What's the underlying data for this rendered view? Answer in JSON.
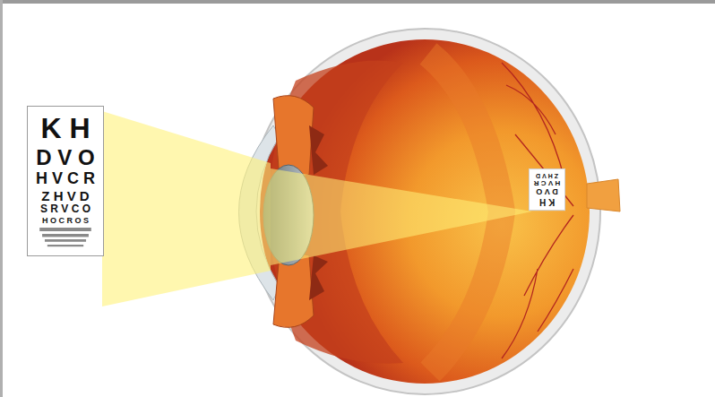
{
  "diagram": {
    "nodes": [
      {
        "text": [
          "K H",
          "D V O",
          "H V C R",
          "Z H V D",
          "S R V C O",
          "H O C R O S"
        ]
      },
      {
        "text": [
          "K H",
          "D V O",
          "H V C R",
          "Z H V D"
        ]
      }
    ]
  }
}
